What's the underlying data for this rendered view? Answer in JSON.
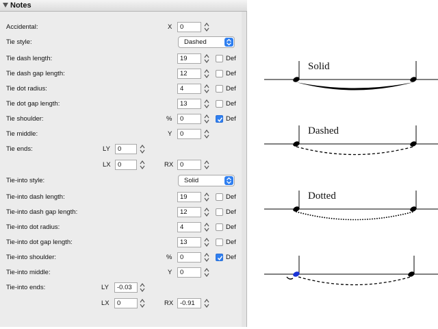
{
  "panel": {
    "title": "Notes",
    "rows": {
      "accidental": {
        "label": "Accidental:",
        "x_label": "X",
        "x_value": "0"
      },
      "tie_style": {
        "label": "Tie style:",
        "value": "Dashed"
      },
      "tie_dash_length": {
        "label": "Tie dash length:",
        "value": "19",
        "def_label": "Def",
        "def_checked": false
      },
      "tie_dash_gap_length": {
        "label": "Tie dash gap length:",
        "value": "12",
        "def_label": "Def",
        "def_checked": false
      },
      "tie_dot_radius": {
        "label": "Tie dot radius:",
        "value": "4",
        "def_label": "Def",
        "def_checked": false
      },
      "tie_dot_gap_length": {
        "label": "Tie dot gap length:",
        "value": "13",
        "def_label": "Def",
        "def_checked": false
      },
      "tie_shoulder": {
        "label": "Tie shoulder:",
        "unit": "%",
        "value": "0",
        "def_label": "Def",
        "def_checked": true
      },
      "tie_middle": {
        "label": "Tie middle:",
        "axis": "Y",
        "value": "0"
      },
      "tie_ends": {
        "label": "Tie ends:",
        "ly_label": "LY",
        "ly_value": "0",
        "lx_label": "LX",
        "lx_value": "0",
        "rx_label": "RX",
        "rx_value": "0"
      },
      "tie_into_style": {
        "label": "Tie-into style:",
        "value": "Solid"
      },
      "tie_into_dash_length": {
        "label": "Tie-into dash length:",
        "value": "19",
        "def_label": "Def",
        "def_checked": false
      },
      "tie_into_dash_gap_length": {
        "label": "Tie-into dash gap length:",
        "value": "12",
        "def_label": "Def",
        "def_checked": false
      },
      "tie_into_dot_radius": {
        "label": "Tie-into dot radius:",
        "value": "4",
        "def_label": "Def",
        "def_checked": false
      },
      "tie_into_dot_gap_length": {
        "label": "Tie-into dot gap length:",
        "value": "13",
        "def_label": "Def",
        "def_checked": false
      },
      "tie_into_shoulder": {
        "label": "Tie-into shoulder:",
        "unit": "%",
        "value": "0",
        "def_label": "Def",
        "def_checked": true
      },
      "tie_into_middle": {
        "label": "Tie-into middle:",
        "axis": "Y",
        "value": "0"
      },
      "tie_into_ends": {
        "label": "Tie-into ends:",
        "ly_label": "LY",
        "ly_value": "-0.03",
        "lx_label": "LX",
        "lx_value": "0",
        "rx_label": "RX",
        "rx_value": "-0.91"
      }
    }
  },
  "examples": [
    {
      "label": "Solid",
      "style": "solid"
    },
    {
      "label": "Dashed",
      "style": "dashed"
    },
    {
      "label": "Dotted",
      "style": "dotted"
    },
    {
      "label": "",
      "style": "tie-into"
    }
  ],
  "colors": {
    "accent": "#2f7ff0",
    "selected_note": "#1a33d6",
    "panel_bg": "#ececec"
  }
}
